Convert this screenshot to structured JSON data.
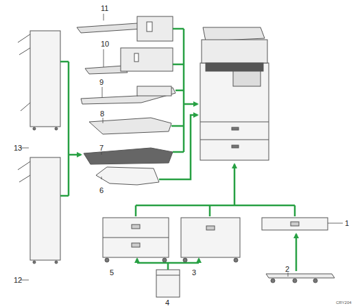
{
  "diagram": {
    "labels": [
      "11",
      "10",
      "9",
      "8",
      "7",
      "13",
      "12",
      "6",
      "1",
      "5",
      "3",
      "4",
      "2",
      "CRY204"
    ]
  }
}
